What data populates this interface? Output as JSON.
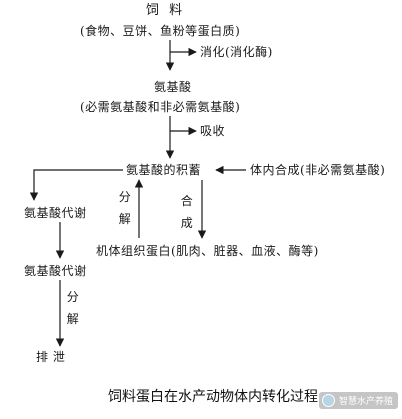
{
  "feed": {
    "title": "饲  料",
    "examples": "(食物、豆饼、鱼粉等蛋白质)"
  },
  "digestion": {
    "label": "消化(消化酶)"
  },
  "amino_acid": {
    "title": "氨基酸",
    "types": "(必需氨基酸和非必需氨基酸)"
  },
  "absorption": {
    "label": "吸收"
  },
  "accumulation": {
    "label": "氨基酸的积蓄"
  },
  "synthesis": {
    "label": "体内合成(非必需氨基酸)"
  },
  "metabolism1": {
    "label": "氨基酸代谢"
  },
  "metabolism2": {
    "label": "氨基酸代谢"
  },
  "decompose1": {
    "label": "分解"
  },
  "synthesize": {
    "label": "合成"
  },
  "decompose2": {
    "label": "分解"
  },
  "tissue": {
    "label": "机体组织蛋白(肌肉、脏器、血液、酶等)"
  },
  "excretion": {
    "label": "排  泄"
  },
  "caption": {
    "text": "饲料蛋白在水产动物体内转化过程"
  },
  "watermark": {
    "text": "智慧水产养殖",
    "icon": "wechat-avatar-icon"
  }
}
